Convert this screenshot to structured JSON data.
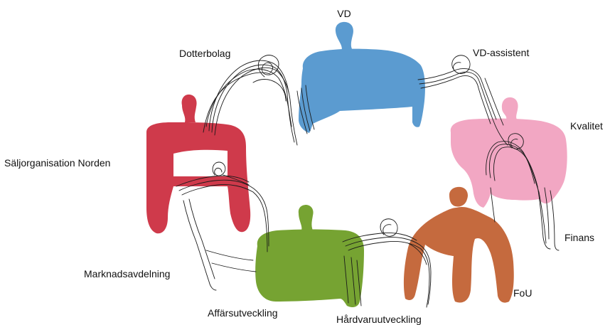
{
  "diagram": {
    "nodes": [
      {
        "id": "vd",
        "label": "VD",
        "color": "#5b9bd0"
      },
      {
        "id": "vd-assistent",
        "label": "VD-assistent",
        "color": "#f2a7c3"
      },
      {
        "id": "kvalitet",
        "label": "Kvalitet",
        "color": "#f2a7c3"
      },
      {
        "id": "finans",
        "label": "Finans",
        "color": "#f2a7c3"
      },
      {
        "id": "fou",
        "label": "FoU",
        "color": "#c56a3e"
      },
      {
        "id": "hardvaruutveckling",
        "label": "Hårdvaruutveckling",
        "color": "#c56a3e"
      },
      {
        "id": "affarsutveckling",
        "label": "Affärsutveckling",
        "color": "#76a332"
      },
      {
        "id": "marknadsavdelning",
        "label": "Marknadsavdelning",
        "color": "#76a332"
      },
      {
        "id": "saljorganisation-norden",
        "label": "Säljorganisation Norden",
        "color": "#cf3a4b"
      },
      {
        "id": "dotterbolag",
        "label": "Dotterbolag",
        "color": "#cf3a4b"
      }
    ]
  }
}
